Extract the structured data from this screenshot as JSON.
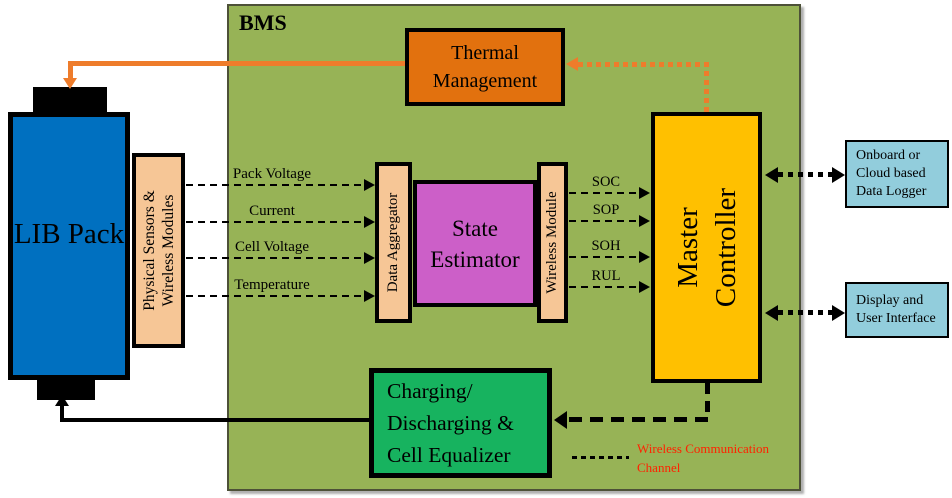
{
  "diagram": {
    "bms_title": "BMS",
    "lib_pack_label": "LIB Pack",
    "sensors_line1": "Physical Sensors &",
    "sensors_line2": "Wireless Modules",
    "thermal_line1": "Thermal",
    "thermal_line2": "Management",
    "aggregator_label": "Data Aggregator",
    "estimator_line1": "State",
    "estimator_line2": "Estimator",
    "wireless_label": "Wireless Module",
    "controller_line1": "Master",
    "controller_line2": "Controller",
    "charging_line1": "Charging/",
    "charging_line2": "Discharging &",
    "charging_line3": "Cell Equalizer",
    "logger_line1": "Onboard or",
    "logger_line2": "Cloud based",
    "logger_line3": "Data Logger",
    "display_line1": "Display and",
    "display_line2": "User Interface",
    "sensor_signals": [
      {
        "label": "Pack Voltage"
      },
      {
        "label": "Current"
      },
      {
        "label": "Cell Voltage"
      },
      {
        "label": "Temperature"
      }
    ],
    "state_outputs": [
      {
        "label": "SOC"
      },
      {
        "label": "SOP"
      },
      {
        "label": "SOH"
      },
      {
        "label": "RUL"
      }
    ],
    "legend_line1": "Wireless Communication",
    "legend_line2": "Channel"
  },
  "colors": {
    "bms_fill": "#97b356",
    "bms_border": "#4d5138",
    "lib_pack_fill": "#0070c0",
    "sensor_strip_fill": "#f6c696",
    "thermal_fill": "#e2710e",
    "estimator_fill": "#cc5fc8",
    "controller_fill": "#ffc000",
    "charging_fill": "#17b35f",
    "io_box_fill": "#92cddc",
    "orange_arrow": "#ee7c2b",
    "black_arrow": "#000000",
    "legend_text": "#ff2200"
  }
}
